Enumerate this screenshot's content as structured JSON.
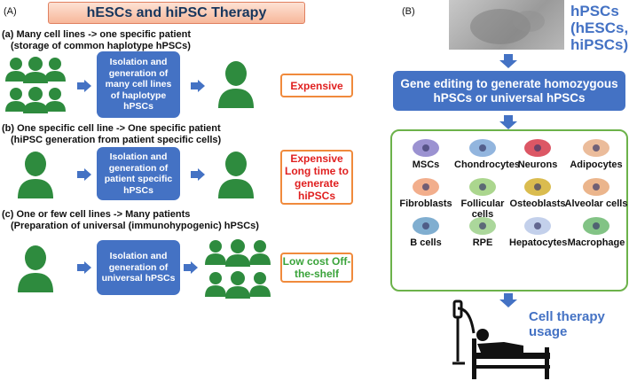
{
  "panel_a": {
    "label": "(A)",
    "title": "hESCs and hiPSC Therapy",
    "rows": [
      {
        "heading_line1": "(a) Many cell lines -> one specific patient",
        "heading_line2": "(storage of common haplotype hPSCs)",
        "process": "Isolation and generation of many cell lines of haplotype hPSCs",
        "result": "Expensive"
      },
      {
        "heading_line1": "(b) One specific cell line -> One specific patient",
        "heading_line2": "(hiPSC generation from patient specific cells)",
        "process": "Isolation and generation of patient specific hPSCs",
        "result": "Expensive Long time to generate hiPSCs"
      },
      {
        "heading_line1": "(c) One or few cell lines -> Many patients",
        "heading_line2": "(Preparation of universal (immunohypogenic) hPSCs)",
        "process": "Isolation and generation of universal hPSCs",
        "result": "Low cost Off-the-shelf"
      }
    ]
  },
  "panel_b": {
    "label": "(B)",
    "source_label": "hPSCs (hESCs, hiPSCs)",
    "source_line1": "hPSCs",
    "source_line2": "(hESCs,",
    "source_line3": "hiPSCs)",
    "editing_step": "Gene editing to generate homozygous hPSCs or universal hPSCs",
    "cell_types": [
      {
        "name": "MSCs",
        "color": "#8a7fc9"
      },
      {
        "name": "Chondrocytes",
        "color": "#7fa8d8"
      },
      {
        "name": "Neurons",
        "color": "#d63a4a"
      },
      {
        "name": "Adipocytes",
        "color": "#e8b08a"
      },
      {
        "name": "Fibroblasts",
        "color": "#f0a078"
      },
      {
        "name": "Follicular cells",
        "color": "#9ccf7a"
      },
      {
        "name": "Osteoblasts",
        "color": "#d4b030"
      },
      {
        "name": "Alveolar cells",
        "color": "#e8a878"
      },
      {
        "name": "B cells",
        "color": "#6aa0c8"
      },
      {
        "name": "RPE",
        "color": "#9cd08a"
      },
      {
        "name": "Hepatocytes",
        "color": "#b8c8e8"
      },
      {
        "name": "Macrophage",
        "color": "#6cb870"
      }
    ],
    "usage_line1": "Cell therapy",
    "usage_line2": "usage"
  },
  "colors": {
    "process_blue": "#4472c4",
    "result_border": "#f08a3c",
    "result_red": "#e02020",
    "result_green": "#3aa33a",
    "person_green": "#2e8b3e",
    "panel_green": "#6cb24a"
  }
}
